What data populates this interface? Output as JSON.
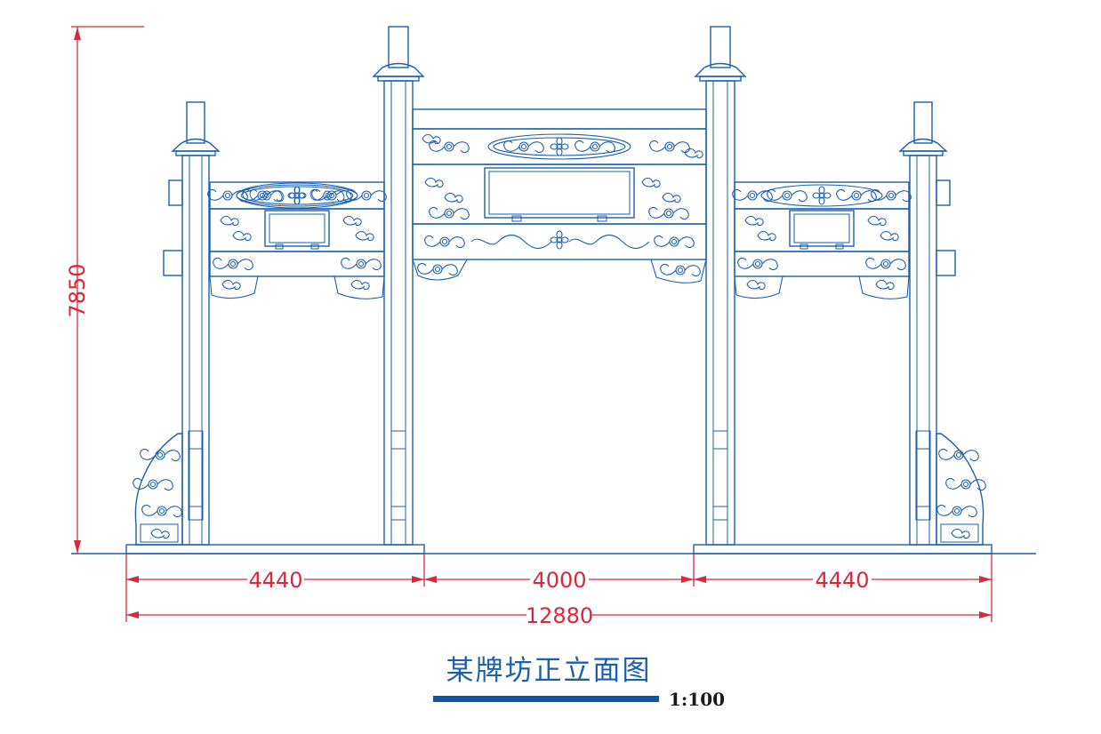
{
  "drawing": {
    "title": "某牌坊正立面图",
    "scale": "1:100",
    "dimensions": {
      "overall_height": "7850",
      "left_span": "4440",
      "center_span": "4000",
      "right_span": "4440",
      "overall_width": "12880"
    },
    "colors": {
      "line": "#1a5fb0",
      "dimension": "#d8283a",
      "scale_bar": "#0d55a8"
    }
  }
}
